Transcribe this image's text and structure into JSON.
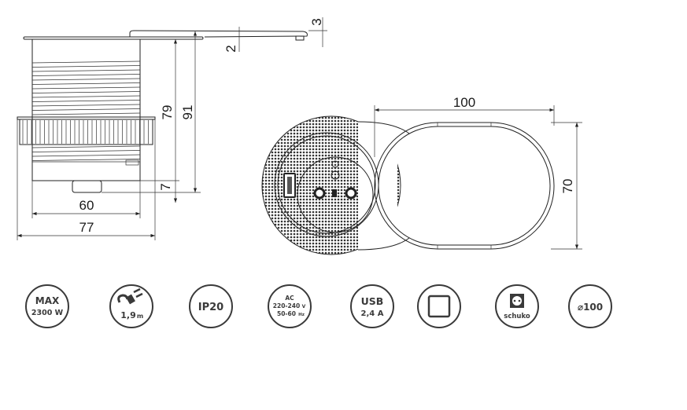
{
  "dimensions": {
    "width_60": "60",
    "width_77": "77",
    "height_79": "79",
    "height_91": "91",
    "bottom_7": "7",
    "lid_2": "2",
    "lid_3": "3",
    "top_length_100": "100",
    "top_width_70": "70"
  },
  "icons": [
    {
      "name": "max-power",
      "line1": "MAX",
      "line2": "2300 W"
    },
    {
      "name": "cable-length",
      "symbol": "plug-icon",
      "line1": "1,9",
      "unit": "m"
    },
    {
      "name": "ip-rating",
      "line1": "IP20"
    },
    {
      "name": "voltage",
      "line1": "AC",
      "line2": "220-240",
      "unit2": "V",
      "line3": "50-60",
      "unit3": "Hz"
    },
    {
      "name": "usb",
      "line1": "USB",
      "line2": "2,4 A"
    },
    {
      "name": "frame",
      "symbol": "square-icon"
    },
    {
      "name": "schuko",
      "symbol": "socket-icon",
      "line1": "schuko"
    },
    {
      "name": "diameter",
      "line1": "⌀100"
    }
  ],
  "colors": {
    "line": "#222222",
    "icon": "#3a3a3a"
  }
}
